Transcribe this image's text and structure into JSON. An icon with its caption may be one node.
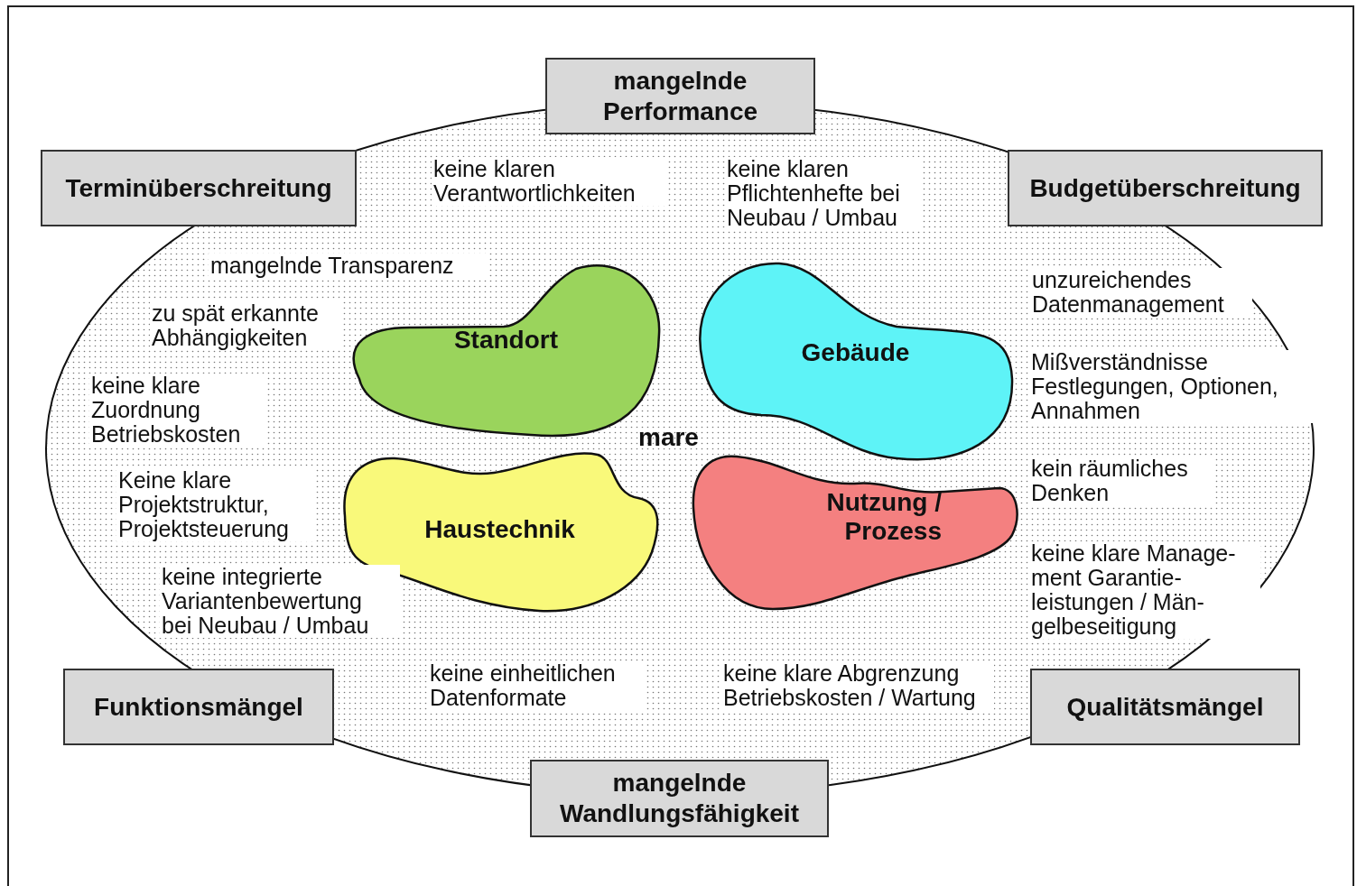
{
  "diagram": {
    "nodes": [
      {
        "text": [
          "mangelnde Performance"
        ]
      },
      {
        "text": [
          "Terminüberschreitung"
        ]
      },
      {
        "text": [
          "Budgetüberschreitung"
        ]
      },
      {
        "text": [
          "mare"
        ]
      },
      {
        "text": [
          "Standort"
        ],
        "in": 3
      },
      {
        "text": [
          "Gebäude"
        ],
        "in": 3
      },
      {
        "text": [
          "Haustechnik"
        ],
        "in": 3
      },
      {
        "text": [
          "Nutzung / Prozess"
        ],
        "in": 3
      },
      {
        "text": [
          "Funktionsmängel"
        ]
      },
      {
        "text": [
          "Qualitätsmängel"
        ]
      },
      {
        "text": [
          "mangelnde Wandlungsfähigkeit"
        ]
      }
    ],
    "edges": [],
    "labels": [
      "keine klaren Verantwortlichkeiten",
      "keine klaren Pflichtenhefte bei Neubau / Umbau",
      "mangelnde Transparenz",
      "unzureichendes Datenmanagement",
      "zu spät erkannte Abhängigkeiten",
      "Mißverständnisse Festlegungen, Optionen, Annahmen",
      "keine klare Zuordnung Betriebskosten",
      "kein räumliches Denken",
      "Keine klare Projektstruktur, Projektsteuerung",
      "keine klare Manage- ment Garantie- leistungen / Män- gelbeseitigung",
      "keine integrierte Variantenbewertung bei Neubau / Umbau",
      "keine einheitlichen Datenformate",
      "keine klare Abgrenzung Betriebskosten / Wartung"
    ]
  }
}
